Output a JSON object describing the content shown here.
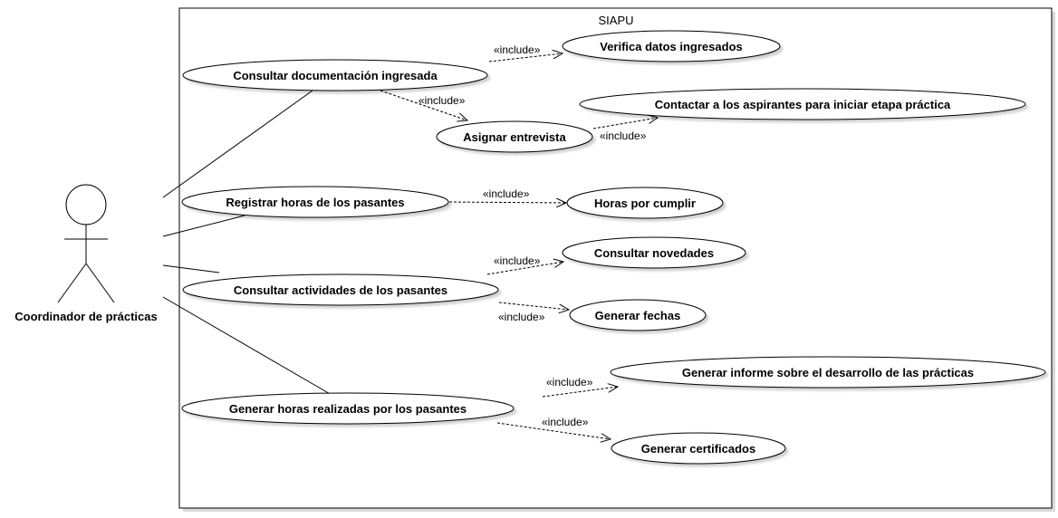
{
  "system": {
    "title": "SIAPU"
  },
  "actor": {
    "name": "Coordinador de prácticas"
  },
  "include_label": "«include»",
  "use_cases": {
    "consultar_doc": "Consultar documentación ingresada",
    "verifica_datos": "Verifica datos ingresados",
    "asignar_entrevista": "Asignar entrevista",
    "contactar": "Contactar a los aspirantes para iniciar etapa práctica",
    "registrar_horas": "Registrar horas de los pasantes",
    "horas_por_cumplir": "Horas por cumplir",
    "consultar_novedades": "Consultar novedades",
    "consultar_actividades": "Consultar actividades de los pasantes",
    "generar_fechas": "Generar fechas",
    "generar_informe": "Generar informe sobre el desarrollo de las prácticas",
    "generar_horas": "Generar horas realizadas por los pasantes",
    "generar_certificados": "Generar certificados"
  }
}
